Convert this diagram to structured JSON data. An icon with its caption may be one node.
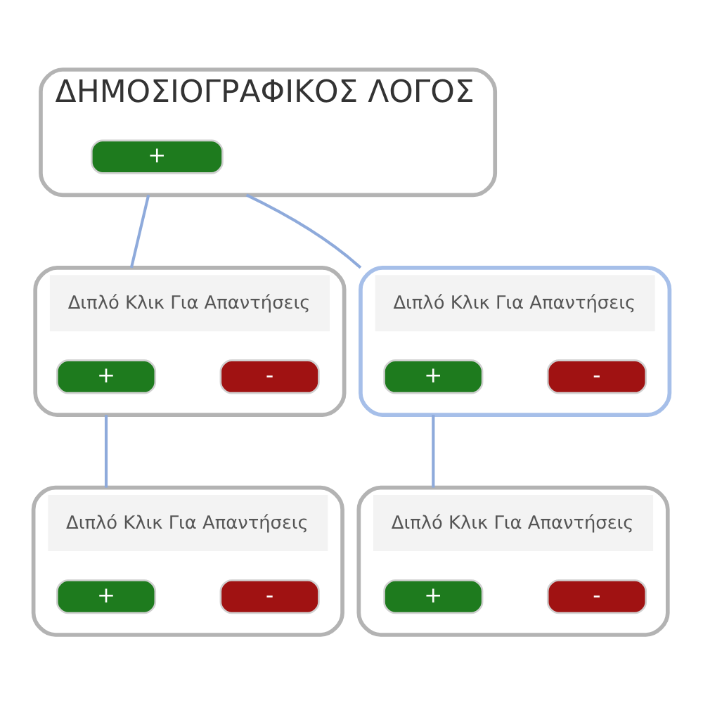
{
  "diagram": {
    "nodes": [
      {
        "text": [
          "ΔΗΜΟΣΙΟΓΡΑΦΙΚΟΣ ΛΟΓΟΣ"
        ]
      },
      {
        "text": [
          "+"
        ],
        "in": 0
      },
      {
        "text": [
          "Διπλό Κλικ Για Απαντήσεις"
        ]
      },
      {
        "text": [
          "+"
        ],
        "in": 2
      },
      {
        "text": [
          "-"
        ],
        "in": 2
      },
      {
        "text": [
          "Διπλό Κλικ Για Απαντήσεις"
        ]
      },
      {
        "text": [
          "+"
        ],
        "in": 5
      },
      {
        "text": [
          "-"
        ],
        "in": 5
      },
      {
        "text": [
          "Διπλό Κλικ Για Απαντήσεις"
        ]
      },
      {
        "text": [
          "+"
        ],
        "in": 8
      },
      {
        "text": [
          "-"
        ],
        "in": 8
      },
      {
        "text": [
          "Διπλό Κλικ Για Απαντήσεις"
        ]
      },
      {
        "text": [
          "+"
        ],
        "in": 11
      },
      {
        "text": [
          "-"
        ],
        "in": 11
      }
    ],
    "edges": [
      {
        "from": 0,
        "to": 2,
        "arrow": "none"
      },
      {
        "from": 0,
        "to": 5,
        "arrow": "none"
      },
      {
        "from": 2,
        "to": 8,
        "arrow": "none"
      },
      {
        "from": 5,
        "to": 11,
        "arrow": "none"
      }
    ]
  }
}
